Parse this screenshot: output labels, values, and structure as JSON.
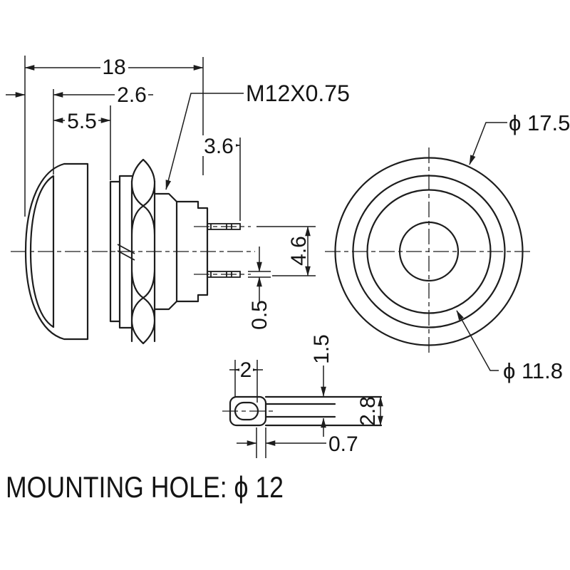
{
  "background": "#ffffff",
  "line_color": "#1d1d1d",
  "title": {
    "text": "MOUNTING HOLE: ϕ 12"
  },
  "side_view": {
    "thread_spec": "M12X0.75",
    "dims": {
      "overall_length": "18",
      "cap_protrusion": "2.6",
      "cap_length": "5.5",
      "terminal_length": "3.6",
      "terminal_pitch": "4.6",
      "terminal_thickness": "0.5"
    }
  },
  "front_view": {
    "dims": {
      "outer_diameter": "ϕ 17.5",
      "inner_diameter": "ϕ 11.8"
    }
  },
  "terminal_detail": {
    "dims": {
      "hole_width": "2",
      "strip_thickness": "1.5",
      "terminal_width": "2.8",
      "tip_offset": "0.7"
    }
  }
}
